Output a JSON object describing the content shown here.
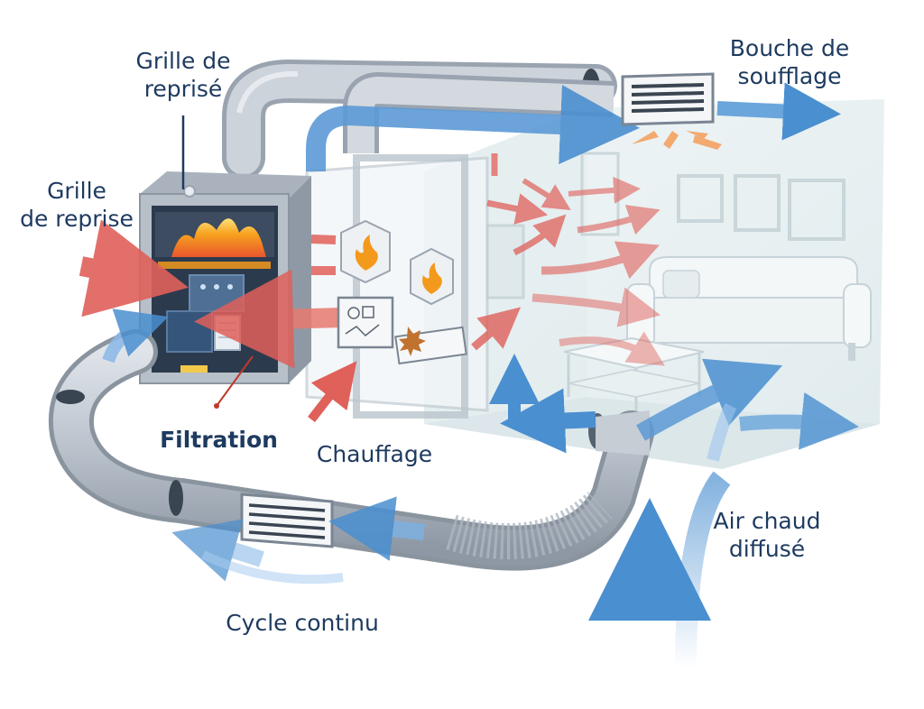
{
  "labels": {
    "grille_reprise_top": [
      "Grille de",
      "reprisé"
    ],
    "grille_reprise_left": [
      "Grille",
      "de reprise"
    ],
    "bouche_soufflage": [
      "Bouche de",
      "soufflage"
    ],
    "filtration": "Filtration",
    "chauffage": "Chauffage",
    "air_chaud": [
      "Air chaud",
      "diffusé"
    ],
    "cycle": "Cycle continu"
  },
  "colors": {
    "label_text": "#1e3a5f",
    "warm_air": "#e0605a",
    "cool_air": "#4a8fd0",
    "duct_grey": "#b8c0ca",
    "room_wall": "#e8f0f2",
    "flame": "#f39a1d"
  },
  "icons": [
    "flame-icon",
    "filter-icon",
    "vent-grille-icon",
    "sofa-icon",
    "table-icon"
  ]
}
